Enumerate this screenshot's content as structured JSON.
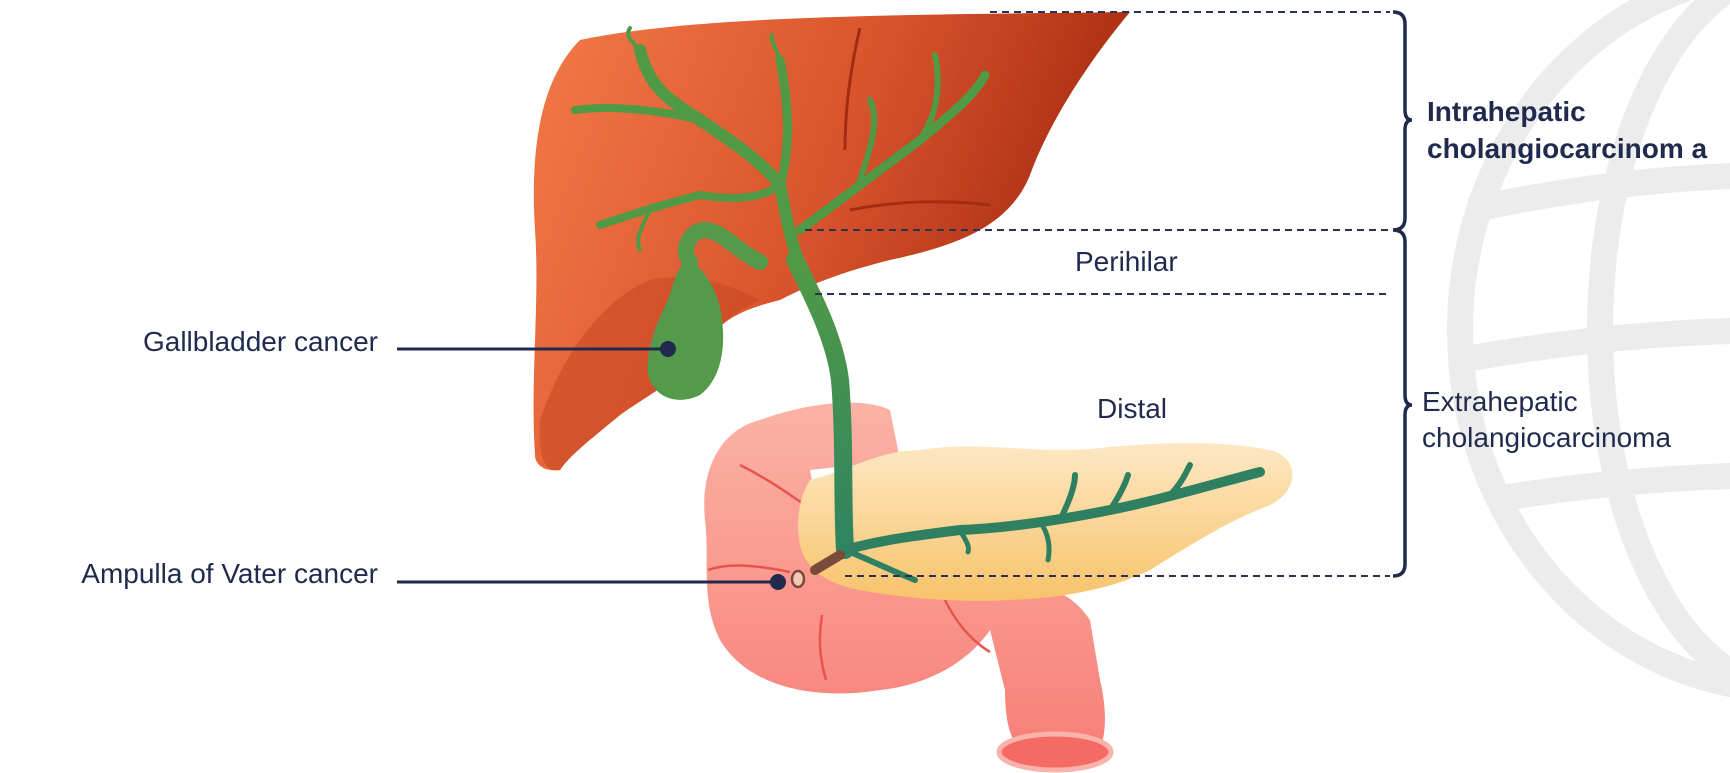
{
  "labels": {
    "gallbladder": "Gallbladder cancer",
    "ampulla": "Ampulla of Vater cancer",
    "intrahepatic": "Intrahepatic cholangiocarcinom a",
    "perihilar": "Perihilar",
    "distal": "Distal",
    "extrahepatic": "Extrahepatic cholangiocarcinoma"
  },
  "colors": {
    "text": "#1f2a4d",
    "liver_light": "#f27a48",
    "liver_dark": "#b8381d",
    "bile_duct": "#4f9a44",
    "pancreatic_duct": "#2e8060",
    "gallbladder": "#55994a",
    "pancreas": "#fde2ad",
    "duodenum": "#f9a99c",
    "watermark": "#ececec"
  }
}
